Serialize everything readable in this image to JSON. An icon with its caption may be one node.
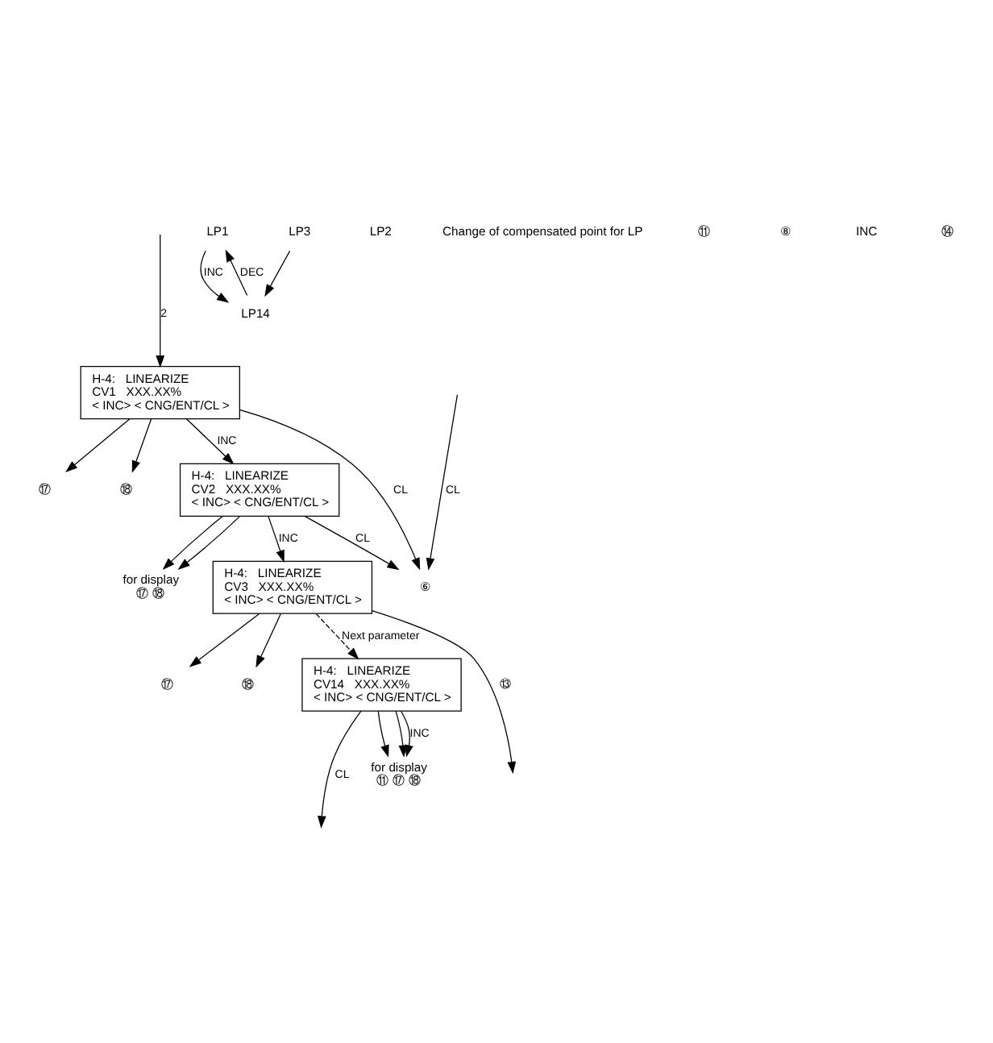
{
  "diagram": {
    "nodes": [
      {
        "text": [
          "LP1"
        ]
      },
      {
        "text": [
          "LP2"
        ]
      },
      {
        "text": [
          "LP3"
        ]
      },
      {
        "text": [
          "LP14"
        ]
      },
      {
        "text": [
          "⑥"
        ]
      },
      {
        "text": [
          "H-4:   LINEARIZE",
          "CV1   XXX.XX%",
          "< INC> < CNG/ENT/CL >"
        ]
      },
      {
        "text": [
          "⑰"
        ]
      },
      {
        "text": [
          "⑱"
        ]
      },
      {
        "text": [
          "H-4:   LINEARIZE",
          "CV2   XXX.XX%",
          "< INC> < CNG/ENT/CL >"
        ]
      },
      {
        "text": [
          "for display"
        ],
        "beside": [
          "⑰",
          "⑱"
        ]
      },
      {
        "text": [
          "H-4:   LINEARIZE",
          "CV3   XXX.XX%",
          "< INC> < CNG/ENT/CL >"
        ]
      },
      {
        "text": [
          "⑰"
        ]
      },
      {
        "text": [
          "⑱"
        ]
      },
      {
        "text": [
          "H-4:   LINEARIZE",
          "CV14   XXX.XX%",
          "< INC> < CNG/ENT/CL >"
        ]
      },
      {
        "text": [
          "for display"
        ],
        "beside": [
          "⑪",
          "⑰",
          "⑱"
        ]
      }
    ],
    "edges": [
      {
        "from": 0,
        "to": 3,
        "arrow": "to",
        "label": "INC"
      },
      {
        "from": 3,
        "to": 0,
        "arrow": "to",
        "label": "DEC"
      },
      {
        "from": 2,
        "to": 3,
        "arrow": "to"
      },
      {
        "from": null,
        "to": 5,
        "arrow": "to",
        "label": "2"
      },
      {
        "from": 5,
        "to": 8,
        "arrow": "to",
        "label": "INC"
      },
      {
        "from": 5,
        "to": 6,
        "arrow": "to"
      },
      {
        "from": 5,
        "to": 7,
        "arrow": "to"
      },
      {
        "from": 5,
        "to": 4,
        "arrow": "to",
        "label": "CL"
      },
      {
        "from": 8,
        "to": 4,
        "arrow": "to",
        "label": "CL"
      },
      {
        "from": null,
        "to": 4,
        "arrow": "to",
        "label": "CL"
      },
      {
        "from": 8,
        "to": 10,
        "arrow": "to",
        "label": "INC"
      },
      {
        "from": 8,
        "to": 9,
        "arrow": "to"
      },
      {
        "from": 8,
        "to": 9,
        "arrow": "to"
      },
      {
        "from": 10,
        "to": 13,
        "arrow": "to",
        "label": "Next parameter",
        "style": "dashed"
      },
      {
        "from": 10,
        "to": 11,
        "arrow": "to"
      },
      {
        "from": 10,
        "to": 12,
        "arrow": "to"
      },
      {
        "from": 10,
        "to": null,
        "arrow": "to",
        "label": "⑬"
      },
      {
        "from": 13,
        "to": 14,
        "arrow": "to",
        "label": "INC"
      },
      {
        "from": 13,
        "to": 14,
        "arrow": "to"
      },
      {
        "from": 13,
        "to": 14,
        "arrow": "to"
      },
      {
        "from": 13,
        "to": null,
        "arrow": "to",
        "label": "CL"
      }
    ],
    "labels": [
      "Change of compensated point for LP",
      "⑪",
      "⑧",
      "INC",
      "⑭"
    ]
  }
}
